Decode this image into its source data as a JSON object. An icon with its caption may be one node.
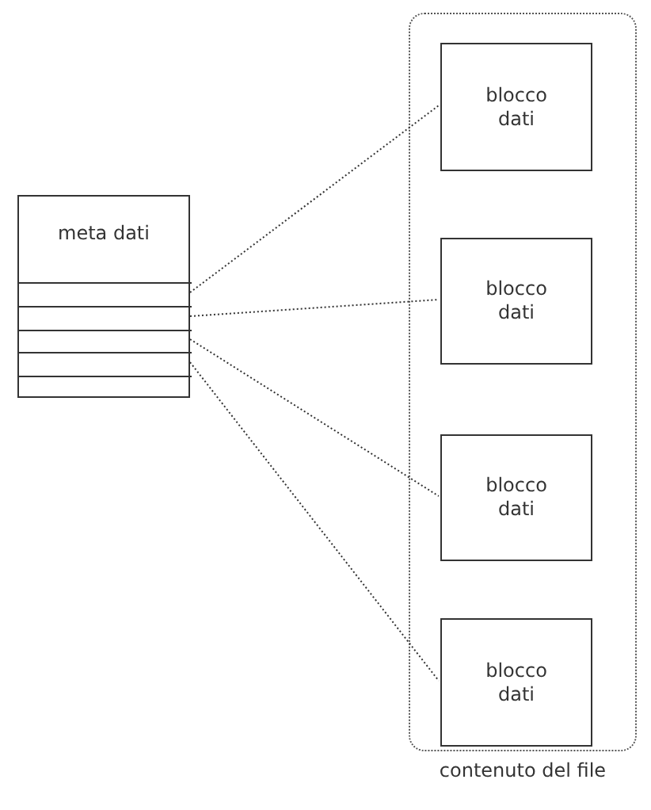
{
  "diagram": {
    "nodes": [
      {
        "text": [
          "meta dati"
        ]
      },
      {
        "text": [],
        "shape": "box",
        "in": 0
      },
      {
        "text": [],
        "shape": "box",
        "in": 0
      },
      {
        "text": [],
        "shape": "box",
        "in": 0
      },
      {
        "text": [],
        "shape": "box",
        "in": 0
      },
      {
        "text": [],
        "shape": "box",
        "in": 0
      },
      {
        "text": [],
        "shape": "box",
        "beside": [
          "contenuto del file"
        ]
      },
      {
        "text": [
          "blocco dati"
        ],
        "in": 6
      },
      {
        "text": [
          "blocco dati"
        ],
        "in": 6
      },
      {
        "text": [
          "blocco dati"
        ],
        "in": 6
      },
      {
        "text": [
          "blocco dati"
        ],
        "in": 6
      }
    ],
    "edges": [
      {
        "from": 1,
        "to": 7,
        "arrow": "none",
        "style": "dashed"
      },
      {
        "from": 2,
        "to": 8,
        "arrow": "none",
        "style": "dashed"
      },
      {
        "from": 3,
        "to": 9,
        "arrow": "none",
        "style": "dashed"
      },
      {
        "from": 4,
        "to": 10,
        "arrow": "none",
        "style": "dashed"
      }
    ]
  }
}
